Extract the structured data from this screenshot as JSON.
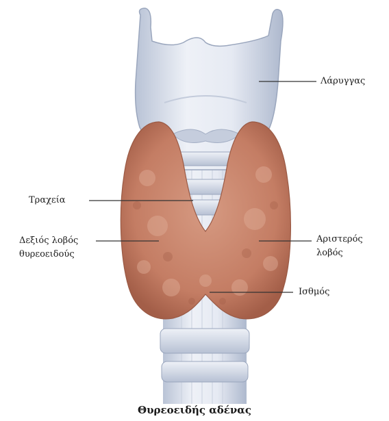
{
  "labels": {
    "larynx": "Λάρυγγας",
    "trachea": "Τραχεία",
    "right_lobe_line1": "Δεξιός λοβός",
    "right_lobe_line2": "θυρεοειδούς",
    "left_lobe_line1": "Αριστερός",
    "left_lobe_line2": "λοβός",
    "isthmus": "Ισθμός"
  },
  "caption": "Θυρεοειδής αδένας",
  "colors": {
    "cartilage": "#dfe5f0",
    "cartilage_shadow": "#aab6cc",
    "thyroid": "#c9826a",
    "thyroid_dark": "#a8624c",
    "leader_line": "#333333"
  }
}
